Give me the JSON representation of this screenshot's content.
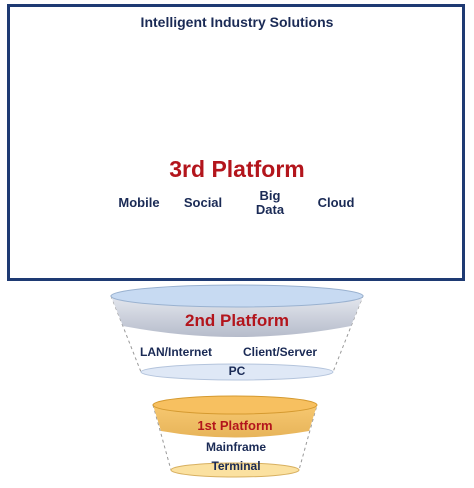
{
  "header": {
    "title": "Intelligent Industry Solutions",
    "industry_icons": [
      "bank-icon",
      "flask-icon",
      "capitol-icon",
      "shopping-bag-icon",
      "gears-icon",
      "clapperboard-icon",
      "medical-icon",
      "lightbulb-icon",
      "graduation-cap-icon"
    ]
  },
  "platform3": {
    "label": "3rd Platform",
    "technologies": [
      {
        "label": "Mobile",
        "icon": "mobile-apps-icon"
      },
      {
        "label": "Social",
        "icon": "social-network-icon"
      },
      {
        "label": "Big\nData",
        "icon": "big-data-icon"
      },
      {
        "label": "Cloud",
        "icon": "cloud-icon"
      }
    ]
  },
  "platform2": {
    "label": "2nd Platform",
    "items": [
      "LAN/Internet",
      "Client/Server",
      "PC"
    ]
  },
  "platform1": {
    "label": "1st Platform",
    "items": [
      "Mainframe",
      "Terminal"
    ]
  },
  "colors": {
    "frame": "#1e3a73",
    "platform_label": "#b3151c",
    "text": "#1a2a55",
    "platform3_band": "#e3b8b0",
    "platform2_band": "#c7ccd8",
    "platform1_band": "#f0b040",
    "swirl": "#f2c14e"
  }
}
